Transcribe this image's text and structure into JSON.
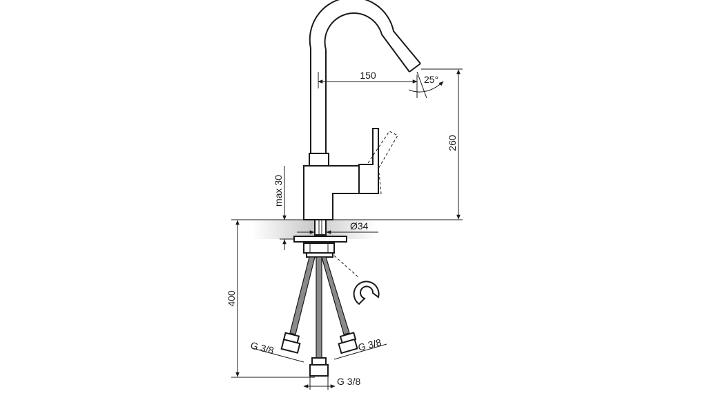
{
  "dimensions": {
    "reach": "150",
    "spout_angle": "25°",
    "height": "260",
    "max_thickness": "max 30",
    "hole_diameter": "Ø34",
    "hose_length": "400",
    "thread_left": "G 3/8",
    "thread_right": "G 3/8",
    "thread_bottom": "G 3/8"
  }
}
